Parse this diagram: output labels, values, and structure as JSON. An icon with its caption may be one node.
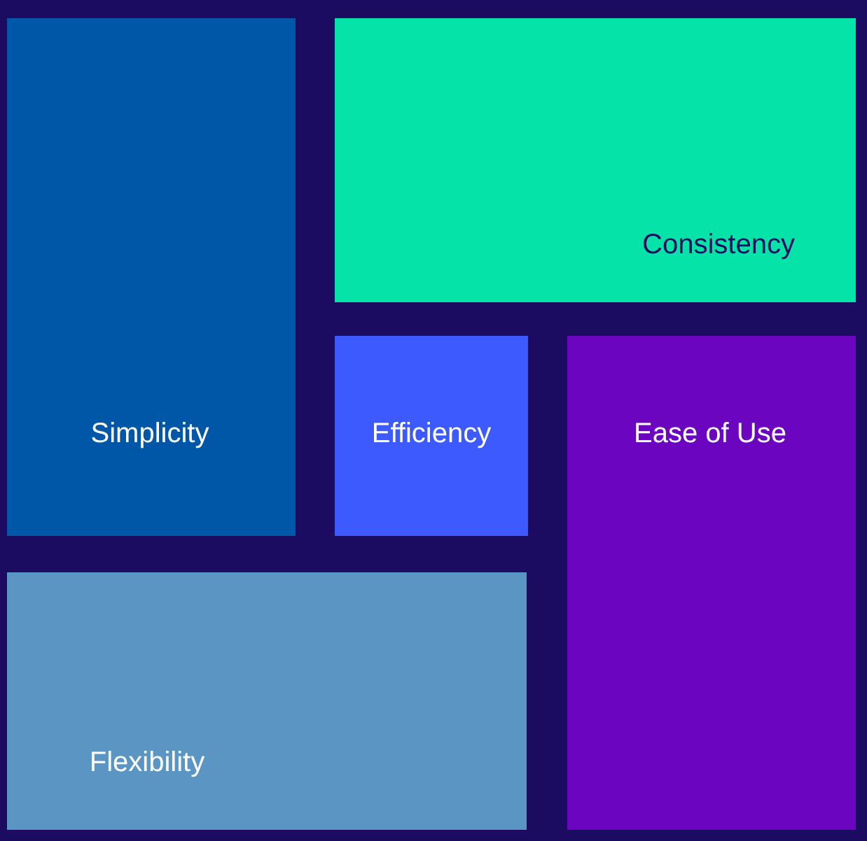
{
  "diagram": {
    "nodes": [
      {
        "text": [
          "Simplicity"
        ]
      },
      {
        "text": [
          "Consistency"
        ]
      },
      {
        "text": [
          "Efficiency"
        ]
      },
      {
        "text": [
          "Ease of Use"
        ]
      },
      {
        "text": [
          "Flexibility"
        ]
      }
    ]
  }
}
